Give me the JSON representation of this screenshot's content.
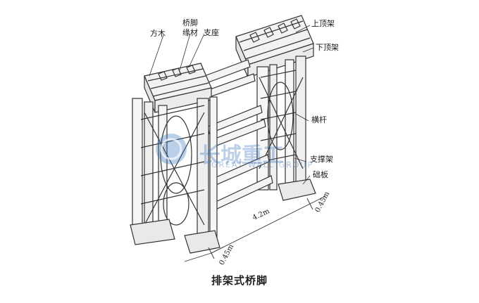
{
  "labels": {
    "fang_mu": "方木",
    "qiao_jiao": "桥脚",
    "yuan_cai": "缘材",
    "zhi_zuo": "支座",
    "shang_ding_jia": "上顶架",
    "xia_ding_jia": "下顶架",
    "heng_gan": "横杆",
    "zhi_cheng_jia": "支撑架",
    "chu_ban": "础板"
  },
  "dimensions": {
    "span": "4.2m",
    "right_offset": "0.45m",
    "front_offset": "0.45m"
  },
  "watermark": {
    "text": "长城重工",
    "sub": "GREAT WALL GROUP"
  },
  "caption": "排架式桥脚"
}
